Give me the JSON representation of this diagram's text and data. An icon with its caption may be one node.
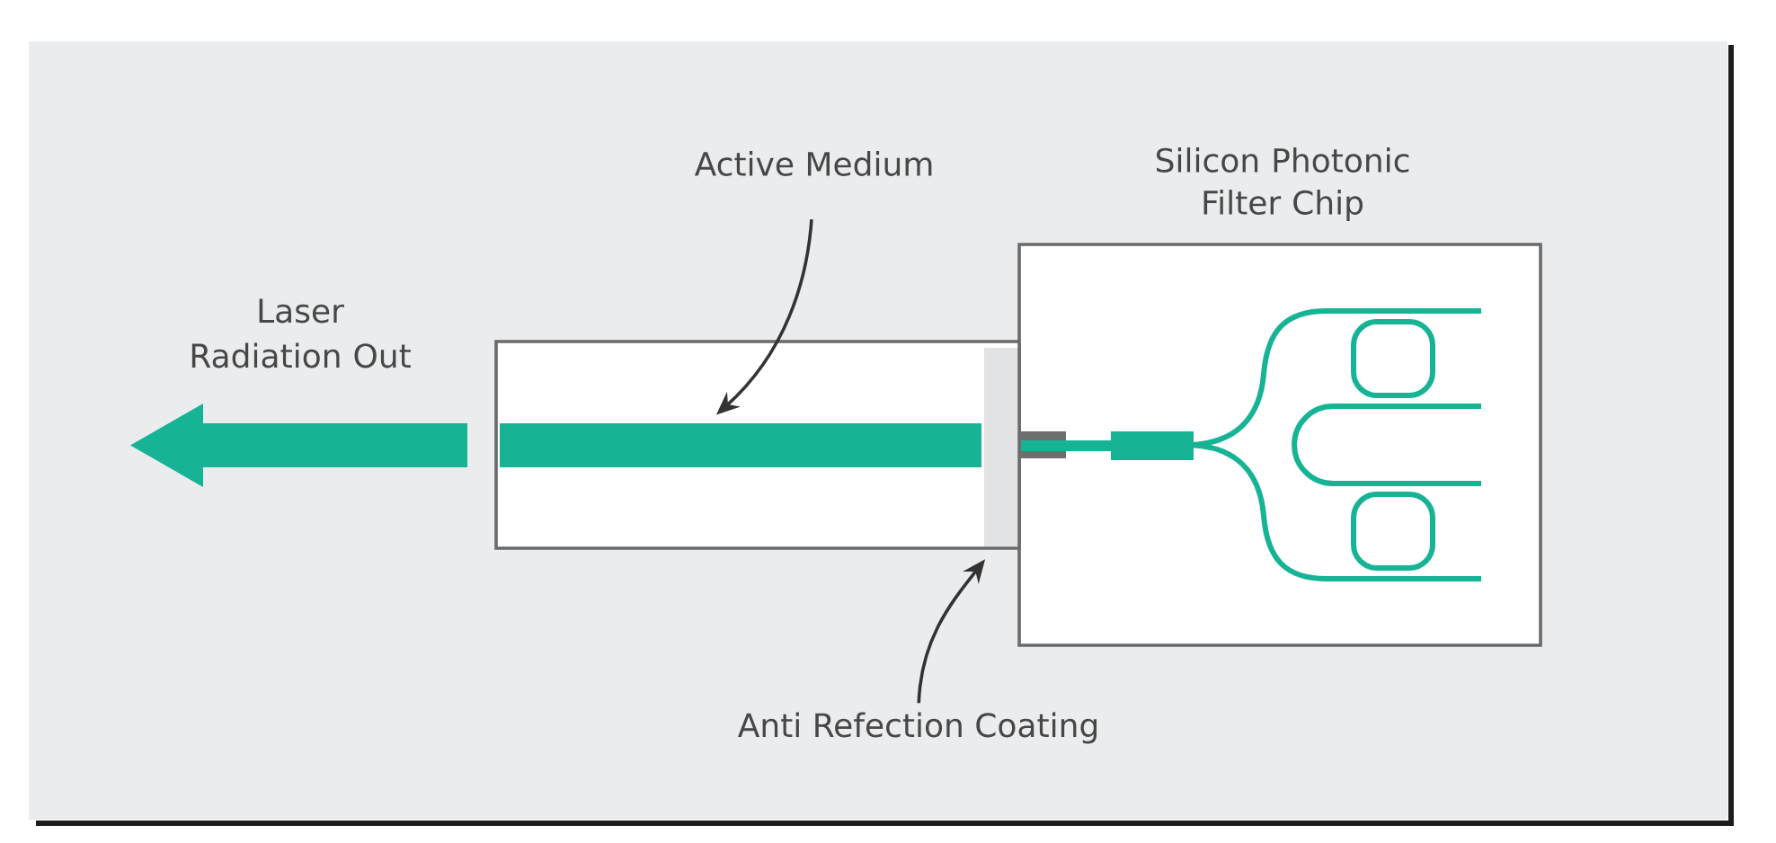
{
  "diagram": {
    "nodes": [
      {
        "text": [
          "Active Medium"
        ]
      },
      {
        "text": [
          "Silicon Photonic Filter Chip"
        ]
      },
      {
        "text": [],
        "shape": "box"
      },
      {
        "text": [],
        "shape": "bar",
        "in": 2
      },
      {
        "text": [],
        "shape": "bar",
        "in": 2
      },
      {
        "text": [
          "Anti Refection Coating"
        ]
      }
    ],
    "edges": [
      {
        "from": 0,
        "to": 3,
        "arrow": "to"
      },
      {
        "from": 5,
        "to": 4,
        "arrow": "to"
      }
    ],
    "labels": [
      "Laser Radiation Out"
    ]
  }
}
